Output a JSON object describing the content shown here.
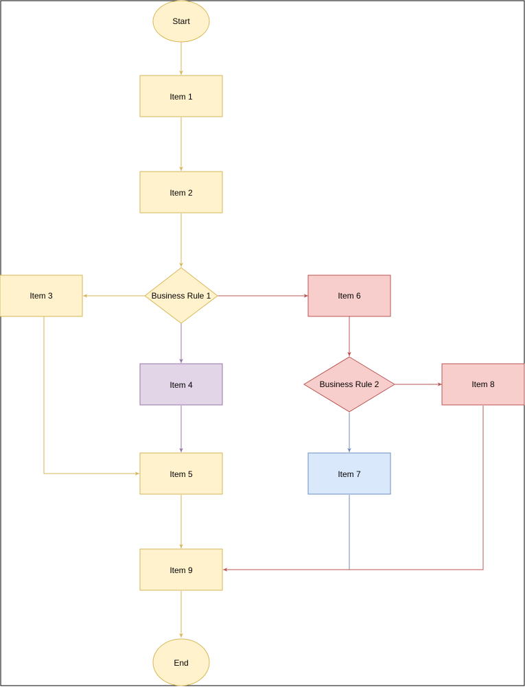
{
  "colors": {
    "yellow_fill": "#fff2cc",
    "yellow_stroke": "#d6b656",
    "red_fill": "#f8cecc",
    "red_stroke": "#b85450",
    "purple_fill": "#e1d5e7",
    "purple_stroke": "#9673a6",
    "blue_fill": "#dae8fc",
    "blue_stroke": "#6c8ebf",
    "frame": "#000000"
  },
  "nodes": {
    "start": {
      "label": "Start",
      "shape": "ellipse",
      "color": "yellow"
    },
    "item1": {
      "label": "Item 1",
      "shape": "rect",
      "color": "yellow"
    },
    "item2": {
      "label": "Item 2",
      "shape": "rect",
      "color": "yellow"
    },
    "rule1": {
      "label": "Business Rule 1",
      "shape": "diamond",
      "color": "yellow"
    },
    "item3": {
      "label": "Item 3",
      "shape": "rect",
      "color": "yellow"
    },
    "item4": {
      "label": "Item 4",
      "shape": "rect",
      "color": "purple"
    },
    "item5": {
      "label": "Item 5",
      "shape": "rect",
      "color": "yellow"
    },
    "item6": {
      "label": "Item 6",
      "shape": "rect",
      "color": "red"
    },
    "rule2": {
      "label": "Business Rule 2",
      "shape": "diamond",
      "color": "red"
    },
    "item7": {
      "label": "Item 7",
      "shape": "rect",
      "color": "blue"
    },
    "item8": {
      "label": "Item 8",
      "shape": "rect",
      "color": "red"
    },
    "item9": {
      "label": "Item 9",
      "shape": "rect",
      "color": "yellow"
    },
    "end": {
      "label": "End",
      "shape": "ellipse",
      "color": "yellow"
    }
  },
  "edges": [
    {
      "from": "start",
      "to": "item1",
      "color": "yellow"
    },
    {
      "from": "item1",
      "to": "item2",
      "color": "yellow"
    },
    {
      "from": "item2",
      "to": "rule1",
      "color": "yellow"
    },
    {
      "from": "rule1",
      "to": "item3",
      "color": "yellow"
    },
    {
      "from": "rule1",
      "to": "item6",
      "color": "red"
    },
    {
      "from": "rule1",
      "to": "item4",
      "color": "purple"
    },
    {
      "from": "item3",
      "to": "item5",
      "color": "yellow"
    },
    {
      "from": "item4",
      "to": "item5",
      "color": "purple"
    },
    {
      "from": "item5",
      "to": "item9",
      "color": "yellow"
    },
    {
      "from": "item6",
      "to": "rule2",
      "color": "red"
    },
    {
      "from": "rule2",
      "to": "item8",
      "color": "red"
    },
    {
      "from": "rule2",
      "to": "item7",
      "color": "blue"
    },
    {
      "from": "item7",
      "to": "item9",
      "color": "blue"
    },
    {
      "from": "item8",
      "to": "item9",
      "color": "red"
    },
    {
      "from": "item9",
      "to": "end",
      "color": "yellow"
    }
  ]
}
